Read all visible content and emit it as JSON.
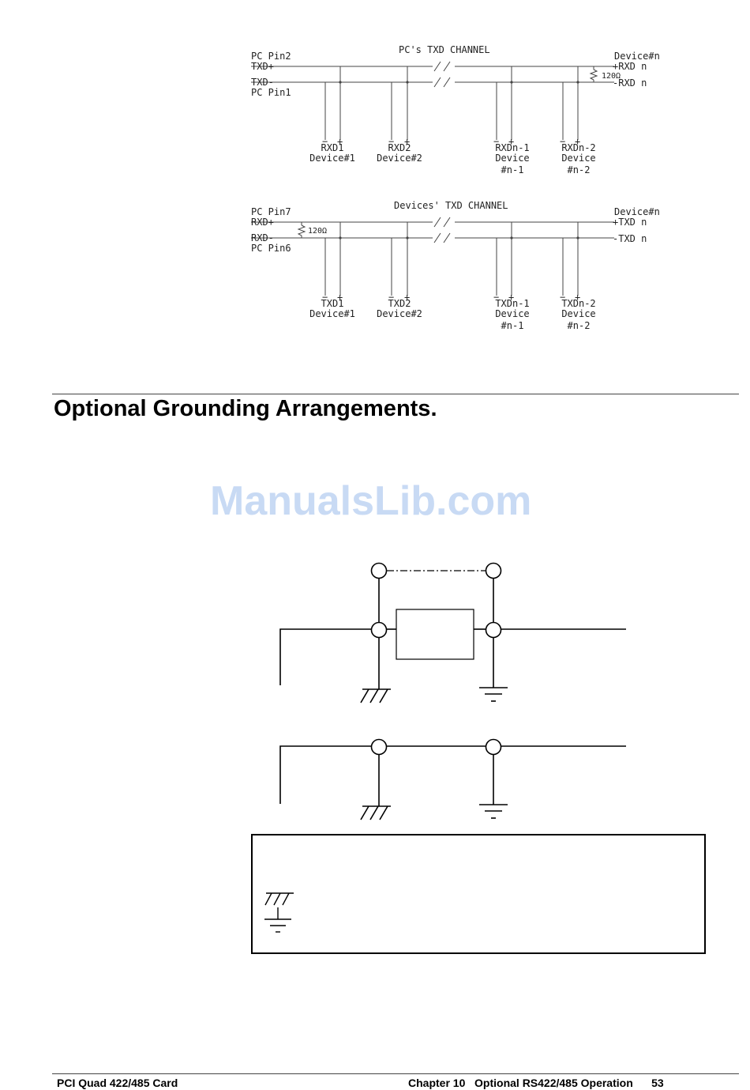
{
  "diagram_top": {
    "title": "PC's TXD CHANNEL",
    "left_top_pin": "PC Pin2",
    "left_top_signal": "TXD+",
    "left_bottom_signal": "TXD-",
    "left_bottom_pin": "PC Pin1",
    "right_title": "Device#n",
    "right_top_signal": "+RXD n",
    "right_bottom_signal": "-RXD n",
    "resistor": "120Ω",
    "taps": [
      {
        "name": "RXD1",
        "device": "Device#1",
        "sub": ""
      },
      {
        "name": "RXD2",
        "device": "Device#2",
        "sub": ""
      },
      {
        "name": "RXDn-1",
        "device": "Device",
        "sub": "#n-1"
      },
      {
        "name": "RXDn-2",
        "device": "Device",
        "sub": "#n-2"
      }
    ]
  },
  "diagram_bottom": {
    "title": "Devices' TXD CHANNEL",
    "left_top_pin": "PC Pin7",
    "left_top_signal": "RXD+",
    "left_bottom_signal": "RXD-",
    "left_bottom_pin": "PC Pin6",
    "right_title": "Device#n",
    "right_top_signal": "+TXD n",
    "right_bottom_signal": "-TXD n",
    "resistor": "120Ω",
    "taps": [
      {
        "name": "TXD1",
        "device": "Device#1",
        "sub": ""
      },
      {
        "name": "TXD2",
        "device": "Device#2",
        "sub": ""
      },
      {
        "name": "TXDn-1",
        "device": "Device",
        "sub": "#n-1"
      },
      {
        "name": "TXDn-2",
        "device": "Device",
        "sub": "#n-2"
      }
    ]
  },
  "tap_polarity": {
    "minus": "−",
    "plus": "+"
  },
  "section_heading": "Optional Grounding Arrangements.",
  "watermark": "ManualsLib.com",
  "footer": {
    "left": "PCI Quad 422/485 Card",
    "right": "Chapter 10   Optional RS422/485 Operation      53"
  }
}
